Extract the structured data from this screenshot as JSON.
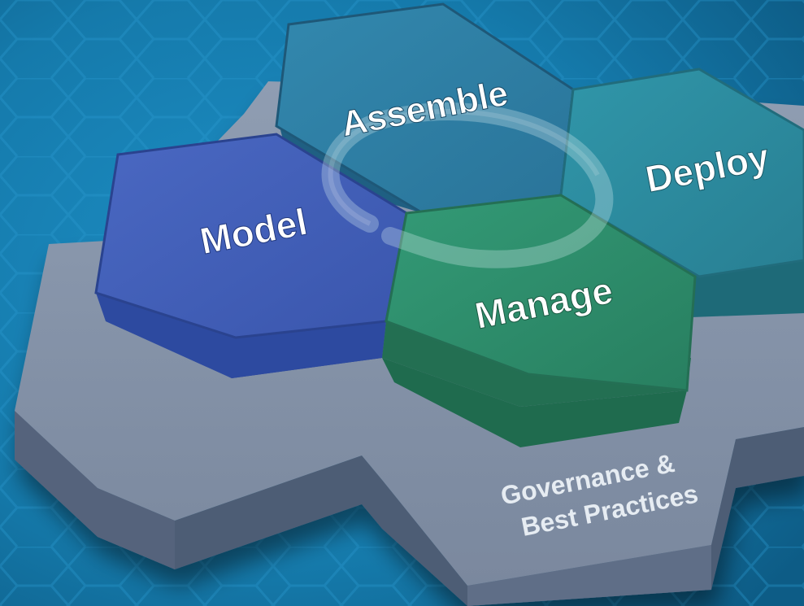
{
  "diagram": {
    "nodes": [
      {
        "id": "model",
        "label": "Model",
        "color": "#3f5fb8"
      },
      {
        "id": "assemble",
        "label": "Assemble",
        "color": "#2c7fa6"
      },
      {
        "id": "deploy",
        "label": "Deploy",
        "color": "#2a8aa0"
      },
      {
        "id": "manage",
        "label": "Manage",
        "color": "#2e8d6b"
      }
    ],
    "base": {
      "label_line1": "Governance &",
      "label_line2": "Best Practices",
      "color": "#7b8ba3"
    },
    "cycle_arrow": "cycle-arrow-icon",
    "background": "#1a7fb3"
  }
}
